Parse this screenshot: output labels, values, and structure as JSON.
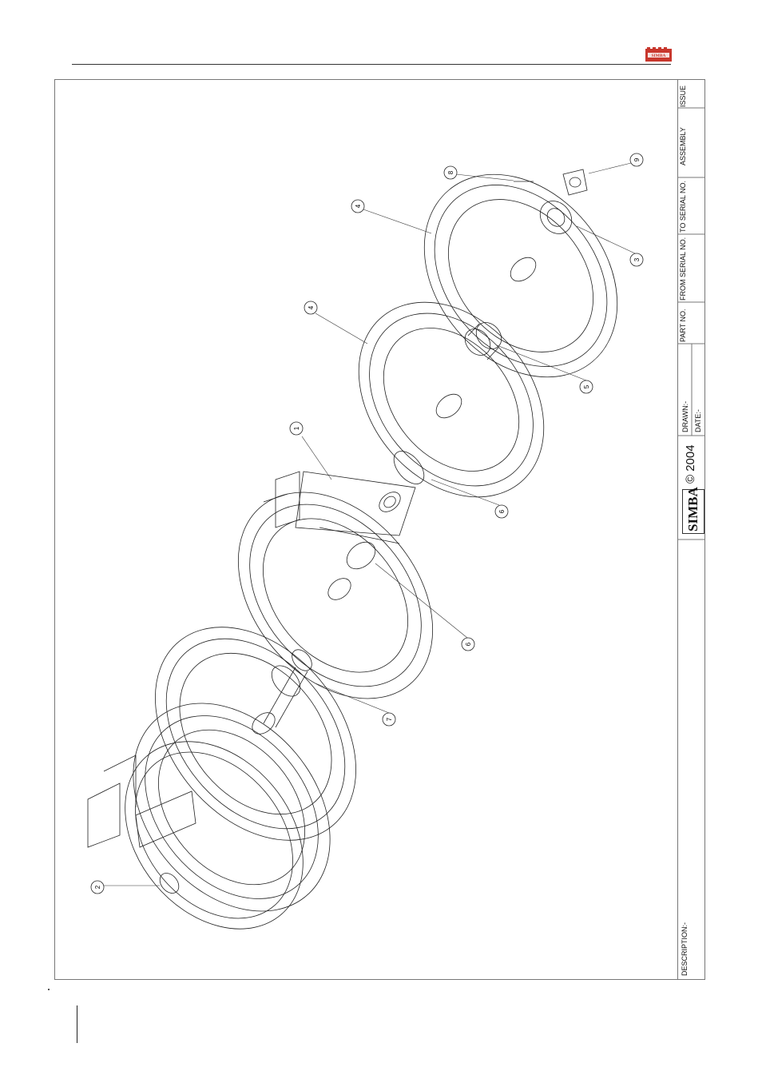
{
  "header": {
    "brand_logo": "SIMBA",
    "brand_color": "#c8372d"
  },
  "title_block": {
    "issue_label": "ISSUE",
    "assembly_label": "ASSEMBLY",
    "to_serial_label": "TO SERIAL NO.",
    "from_serial_label": "FROM SERIAL NO.",
    "part_no_label": "PART NO.",
    "drawn_label": "DRAWN:-",
    "date_label": "DATE:-",
    "copyright": "© 2004",
    "logo_text": "SIMBA",
    "description_label": "DESCRIPTION:-"
  },
  "callouts": [
    "1",
    "2",
    "3",
    "4",
    "4",
    "5",
    "6",
    "6",
    "7",
    "8",
    "9"
  ]
}
